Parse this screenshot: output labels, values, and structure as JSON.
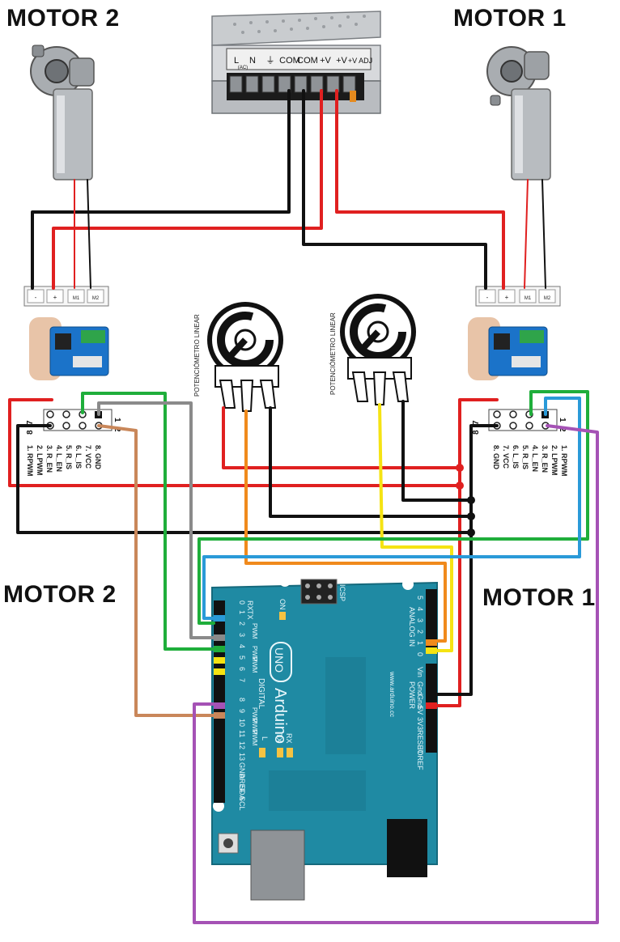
{
  "labels": {
    "motor2_top": "MOTOR 2",
    "motor1_top": "MOTOR 1",
    "motor2_mid": "MOTOR 2",
    "motor1_mid": "MOTOR 1"
  },
  "power_supply": {
    "terminals": [
      "L",
      "N",
      "⏚",
      "COM",
      "COM",
      "+V",
      "+V",
      "+V ADJ"
    ],
    "ac_note": "(AC)"
  },
  "potentiometers": {
    "left_label": "POTENCIÓMETRO LINEAR",
    "right_label": "POTENCIÓMETRO LINEAR"
  },
  "motor_driver": {
    "left_pin_header": [
      "7",
      "8",
      "1",
      "2"
    ],
    "right_pin_header": [
      "7",
      "8",
      "1",
      "2"
    ],
    "pin_list": [
      "1. RPWM",
      "2. LPWM",
      "3. R_EN",
      "4. L_EN",
      "5. R_IS",
      "6. L_IS",
      "7. VCC",
      "8. GND"
    ],
    "screw_terminals": [
      "-",
      "+",
      "M1",
      "M2"
    ]
  },
  "arduino": {
    "name": "Arduino",
    "model": "UNO",
    "website": "www.arduino.cc",
    "icsp": "ICSP",
    "digital_label": "DIGITAL",
    "analog_label": "ANALOG IN",
    "power_label": "POWER",
    "on_label": "ON",
    "l_label": "L",
    "tx_led": "TX",
    "rx_led": "RX",
    "pwm": "PWM",
    "digital_pins": [
      "0",
      "1",
      "2",
      "3",
      "4",
      "5",
      "6",
      "7",
      "8",
      "9",
      "10",
      "11",
      "12",
      "13",
      "GND",
      "AREF",
      "SDA",
      "SCL"
    ],
    "digital_side_labels": [
      "RX",
      "TX"
    ],
    "analog_pins": [
      "0",
      "1",
      "2",
      "3",
      "4",
      "5"
    ],
    "power_pins": [
      "Vin",
      "Gnd",
      "Gnd",
      "5V",
      "3V3",
      "RESET",
      "IOREF"
    ]
  },
  "wire_colors": {
    "red": "#e02020",
    "black": "#111111",
    "green": "#1fae3b",
    "gray": "#8a8a8a",
    "brown": "#c9875a",
    "orange": "#f08a1c",
    "yellow": "#f5e313",
    "blue": "#2a9ad8",
    "purple": "#a552b5",
    "arduino_board": "#1f8aa3"
  }
}
